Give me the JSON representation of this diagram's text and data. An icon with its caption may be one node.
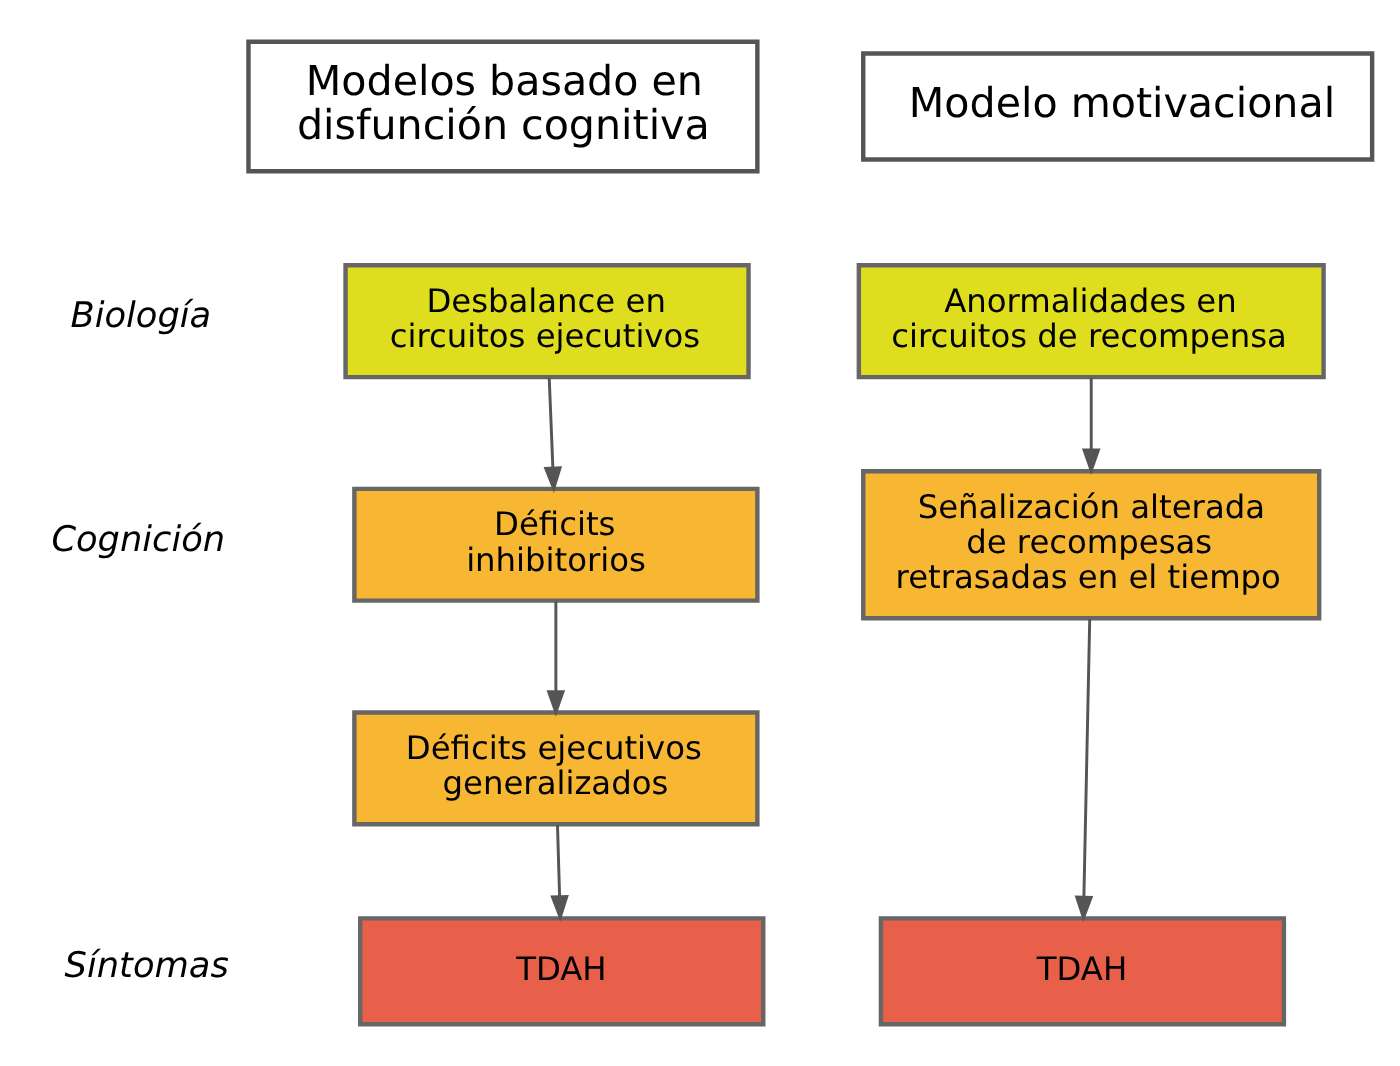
{
  "diagram": {
    "nodes": [
      {
        "text": [
          "Modelos basado en disfunción cognitiva"
        ]
      },
      {
        "text": [
          "Modelo motivacional"
        ]
      },
      {
        "text": [
          "Desbalance en circuitos ejecutivos"
        ]
      },
      {
        "text": [
          "Anormalidades en circuitos de recompensa"
        ]
      },
      {
        "text": [
          "Déficits inhibitorios"
        ]
      },
      {
        "text": [
          "Señalización alterada de recompesas retrasadas en el tiempo"
        ]
      },
      {
        "text": [
          "Déficits ejecutivos generalizados"
        ]
      },
      {
        "text": [
          "TDAH"
        ]
      },
      {
        "text": [
          "TDAH"
        ]
      }
    ],
    "edges": [
      {
        "from": 2,
        "to": 4,
        "arrow": "to"
      },
      {
        "from": 4,
        "to": 6,
        "arrow": "to"
      },
      {
        "from": 6,
        "to": 7,
        "arrow": "to"
      },
      {
        "from": 3,
        "to": 5,
        "arrow": "to"
      },
      {
        "from": 5,
        "to": 8,
        "arrow": "to"
      }
    ],
    "labels": [
      "Biología",
      "Cognición",
      "Síntomas"
    ]
  }
}
